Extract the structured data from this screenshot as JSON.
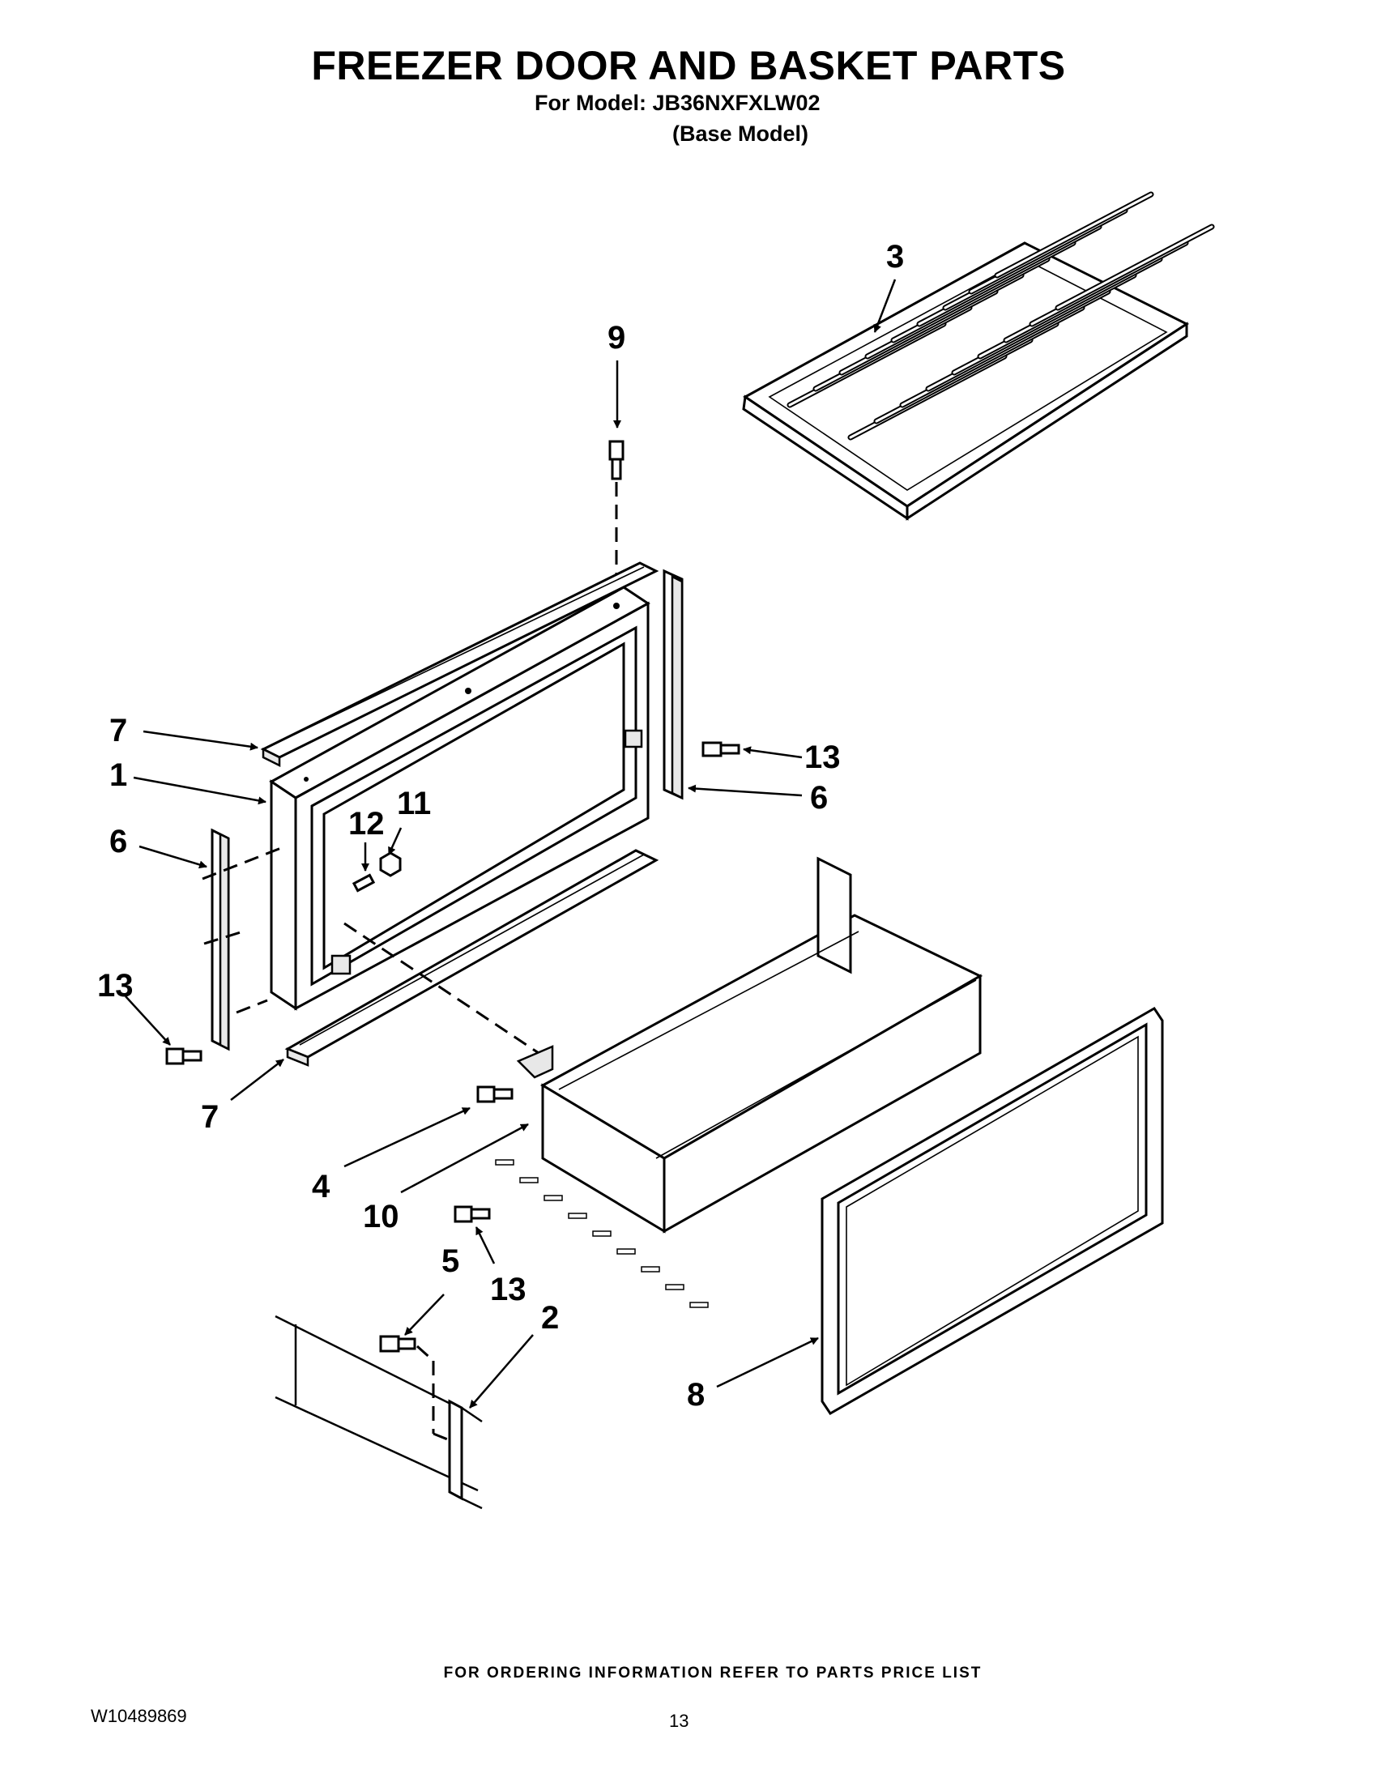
{
  "header": {
    "title": "FREEZER DOOR AND BASKET PARTS",
    "model_line": "For Model: JB36NXFXLW02",
    "base_model": "(Base Model)"
  },
  "callouts": [
    "1",
    "2",
    "3",
    "4",
    "5",
    "6",
    "6",
    "7",
    "7",
    "8",
    "9",
    "10",
    "11",
    "12",
    "13",
    "13",
    "13",
    "13"
  ],
  "footer": {
    "ordering_note": "FOR ORDERING INFORMATION REFER TO PARTS PRICE LIST",
    "document_number": "W10489869",
    "page_number": "13"
  }
}
